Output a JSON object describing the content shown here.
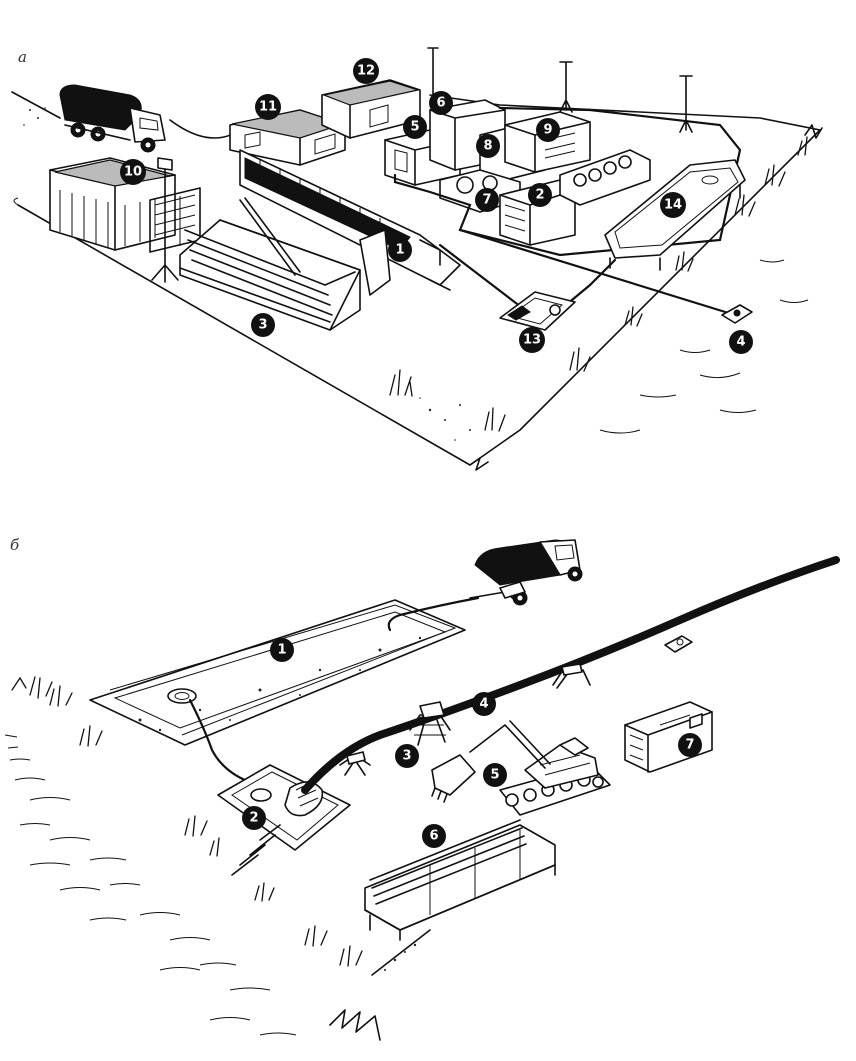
{
  "figure": {
    "panel_a": {
      "letter": "а",
      "callouts": [
        "1",
        "2",
        "3",
        "4",
        "5",
        "6",
        "7",
        "8",
        "9",
        "10",
        "11",
        "12",
        "13",
        "14"
      ]
    },
    "panel_b": {
      "letter": "б",
      "callouts": [
        "1",
        "2",
        "3",
        "4",
        "5",
        "6",
        "7"
      ]
    }
  },
  "icons": {
    "truck": "tanker-truck-icon",
    "excavator": "excavator-icon",
    "generator": "generator-icon",
    "pipes": "pipe-stack-icon",
    "pit": "storage-pit-icon",
    "pump": "pump-icon",
    "tripod": "tripod-support-icon"
  },
  "colors": {
    "ink": "#111111",
    "paper": "#ffffff",
    "callout_fill": "#111111",
    "callout_text": "#ffffff"
  }
}
